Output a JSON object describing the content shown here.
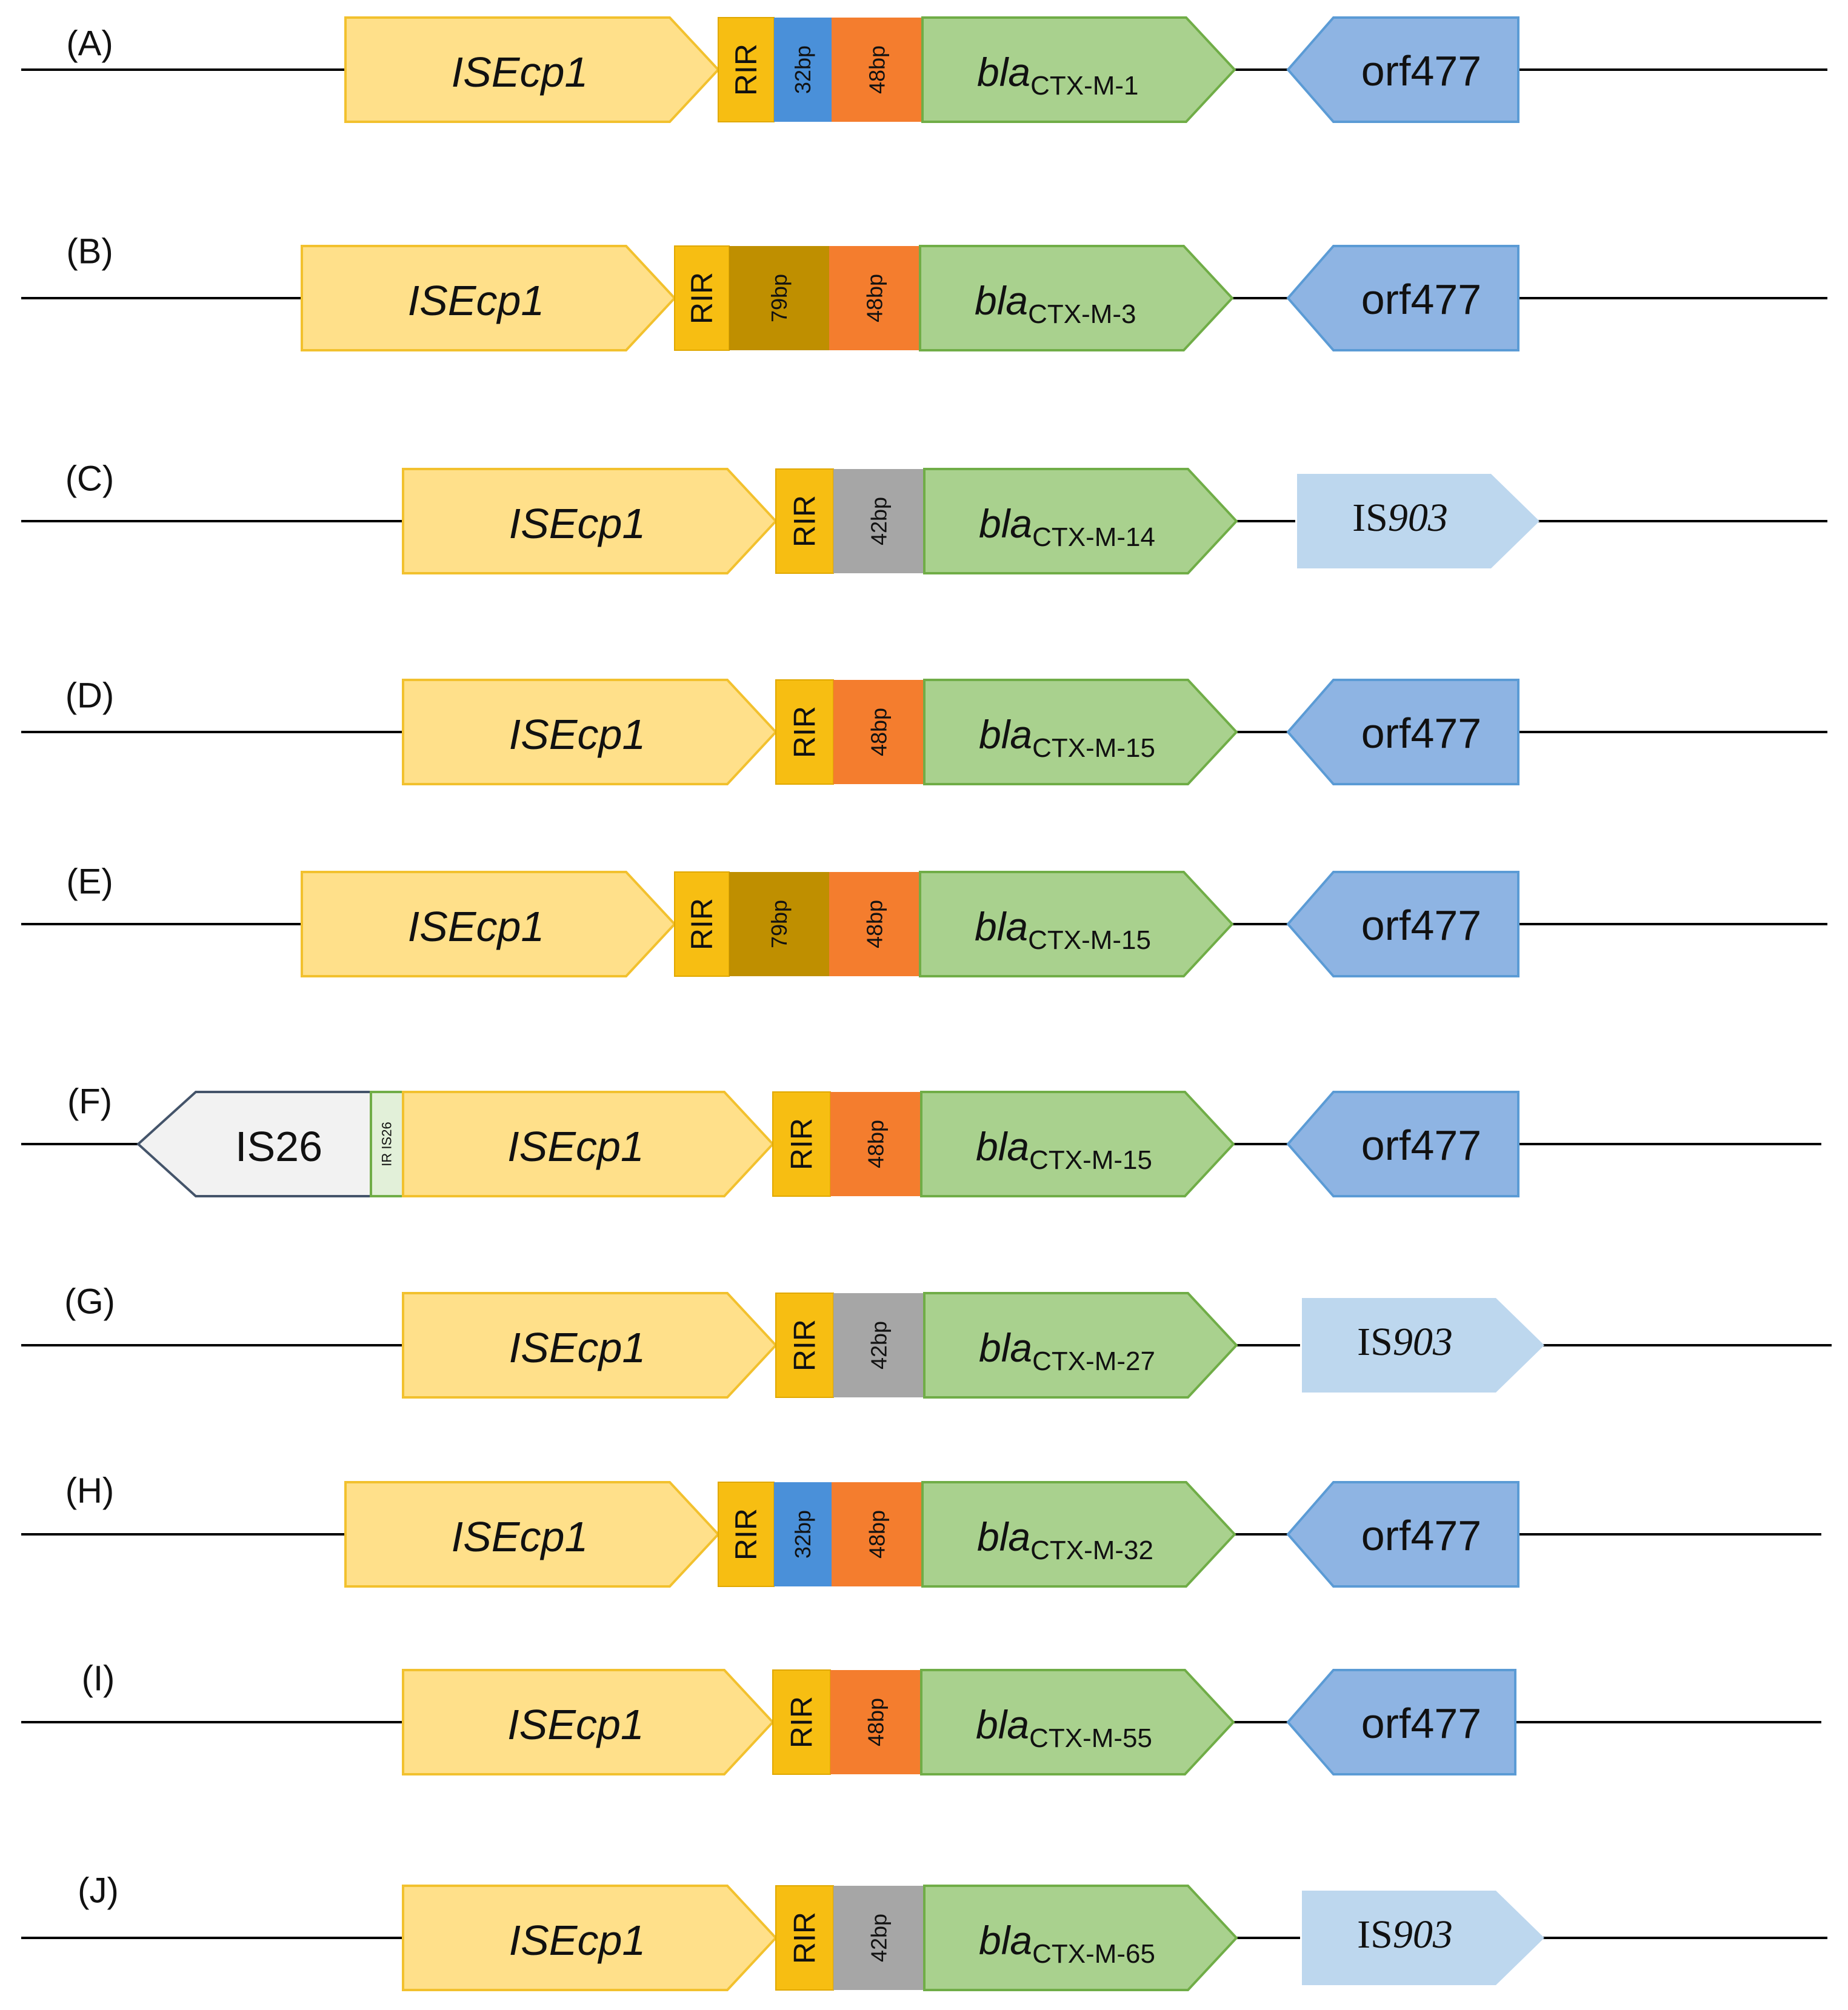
{
  "rows": [
    {
      "label": "(A)",
      "is_name": "ISEcp1",
      "spacer": "32bp",
      "middle": "48bp",
      "bla_base": "bla",
      "bla_sub": "CTX-M-1",
      "right_element": "orf477"
    },
    {
      "label": "(B)",
      "is_name": "ISEcp1",
      "spacer": "79bp",
      "middle": "48bp",
      "bla_base": "bla",
      "bla_sub": "CTX-M-3",
      "right_element": "orf477"
    },
    {
      "label": "(C)",
      "is_name": "ISEcp1",
      "spacer": "42bp",
      "bla_base": "bla",
      "bla_sub": "CTX-M-14",
      "right_element_prefix": "IS",
      "right_element_suffix": "903"
    },
    {
      "label": "(D)",
      "is_name": "ISEcp1",
      "middle": "48bp",
      "bla_base": "bla",
      "bla_sub": "CTX-M-15",
      "right_element": "orf477"
    },
    {
      "label": "(E)",
      "is_name": "ISEcp1",
      "spacer": "79bp",
      "middle": "48bp",
      "bla_base": "bla",
      "bla_sub": "CTX-M-15",
      "right_element": "orf477"
    },
    {
      "label": "(F)",
      "left_is": "IS26",
      "ir_label": "IR IS26",
      "is_name": "ISEcp1",
      "middle": "48bp",
      "bla_base": "bla",
      "bla_sub": "CTX-M-15",
      "right_element": "orf477"
    },
    {
      "label": "(G)",
      "is_name": "ISEcp1",
      "spacer": "42bp",
      "bla_base": "bla",
      "bla_sub": "CTX-M-27",
      "right_element_prefix": "IS",
      "right_element_suffix": "903"
    },
    {
      "label": "(H)",
      "is_name": "ISEcp1",
      "spacer": "32bp",
      "middle": "48bp",
      "bla_base": "bla",
      "bla_sub": "CTX-M-32",
      "right_element": "orf477"
    },
    {
      "label": "(I)",
      "is_name": "ISEcp1",
      "middle": "48bp",
      "bla_base": "bla",
      "bla_sub": "CTX-M-55",
      "right_element": "orf477"
    },
    {
      "label": "(J)",
      "is_name": "ISEcp1",
      "spacer": "42bp",
      "bla_base": "bla",
      "bla_sub": "CTX-M-65",
      "right_element_prefix": "IS",
      "right_element_suffix": "903"
    }
  ],
  "rir_label": "RIR",
  "colors": {
    "isecp1_fill": "#FFE08A",
    "isecp1_stroke": "#F2C12E",
    "rir_fill": "#F7BE12",
    "rir_stroke": "#E0A800",
    "bp32_fill": "#4A90D9",
    "bp79_fill": "#BF8F00",
    "bp48_fill": "#F47D2E",
    "bp42_fill": "#A6A6A6",
    "bla_fill": "#A9D18E",
    "bla_stroke": "#70AD47",
    "orf_fill": "#8EB4E3",
    "orf_stroke": "#5B9BD5",
    "is903_fill": "#BDD7EE",
    "is26_fill": "#F2F2F2",
    "is26_stroke": "#44546A",
    "ir_fill": "#E2F0D9",
    "ir_stroke": "#70AD47",
    "line": "#000000"
  }
}
